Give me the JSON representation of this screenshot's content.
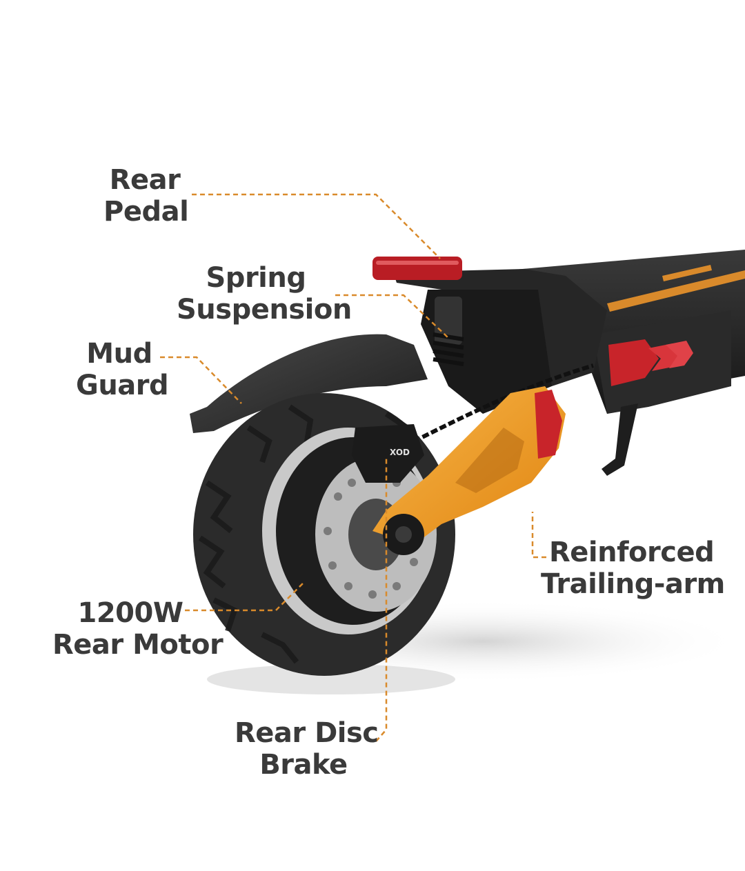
{
  "colors": {
    "label_text": "#3a3a3a",
    "leader_line": "#d98a2b",
    "trailing_arm": "#f29a1e",
    "tire": "#2b2b2b",
    "body": "#222222",
    "reflector_red": "#c8242a"
  },
  "callouts": {
    "rear_pedal": {
      "line1": "Rear",
      "line2": "Pedal"
    },
    "spring_suspension": {
      "line1": "Spring",
      "line2": "Suspension"
    },
    "mud_guard": {
      "line1": "Mud",
      "line2": "Guard"
    },
    "reinforced_trailing_arm": {
      "line1": "Reinforced",
      "line2": "Trailing-arm"
    },
    "rear_motor": {
      "line1": "1200W",
      "line2": "Rear Motor"
    },
    "rear_disc_brake": {
      "line1": "Rear Disc",
      "line2": "Brake"
    }
  },
  "product": {
    "caliper_brand": "XOD"
  }
}
